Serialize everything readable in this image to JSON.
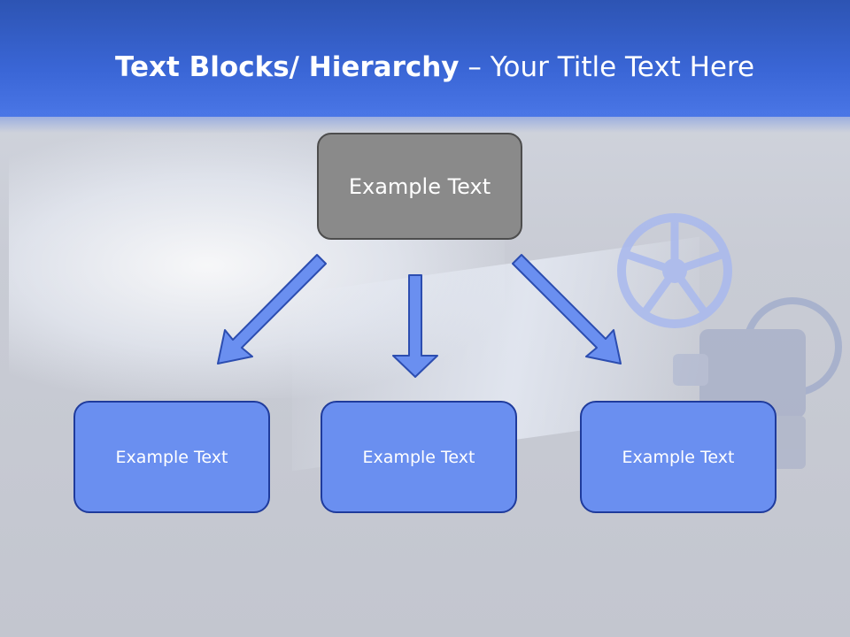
{
  "title": {
    "bold_part": "Text Blocks/ Hierarchy",
    "rest_part": " – Your Title Text Here"
  },
  "hierarchy": {
    "top": {
      "label": "Example Text"
    },
    "children": [
      {
        "label": "Example Text"
      },
      {
        "label": "Example Text"
      },
      {
        "label": "Example Text"
      }
    ]
  },
  "colors": {
    "header": "#3a66d6",
    "child_fill": "#6a8ff0",
    "child_border": "#1f3b9c",
    "top_fill": "#8a8a8a",
    "arrow_fill": "#6a8ff0"
  },
  "icons": [
    "film-reel-icon",
    "film-projector-icon"
  ]
}
